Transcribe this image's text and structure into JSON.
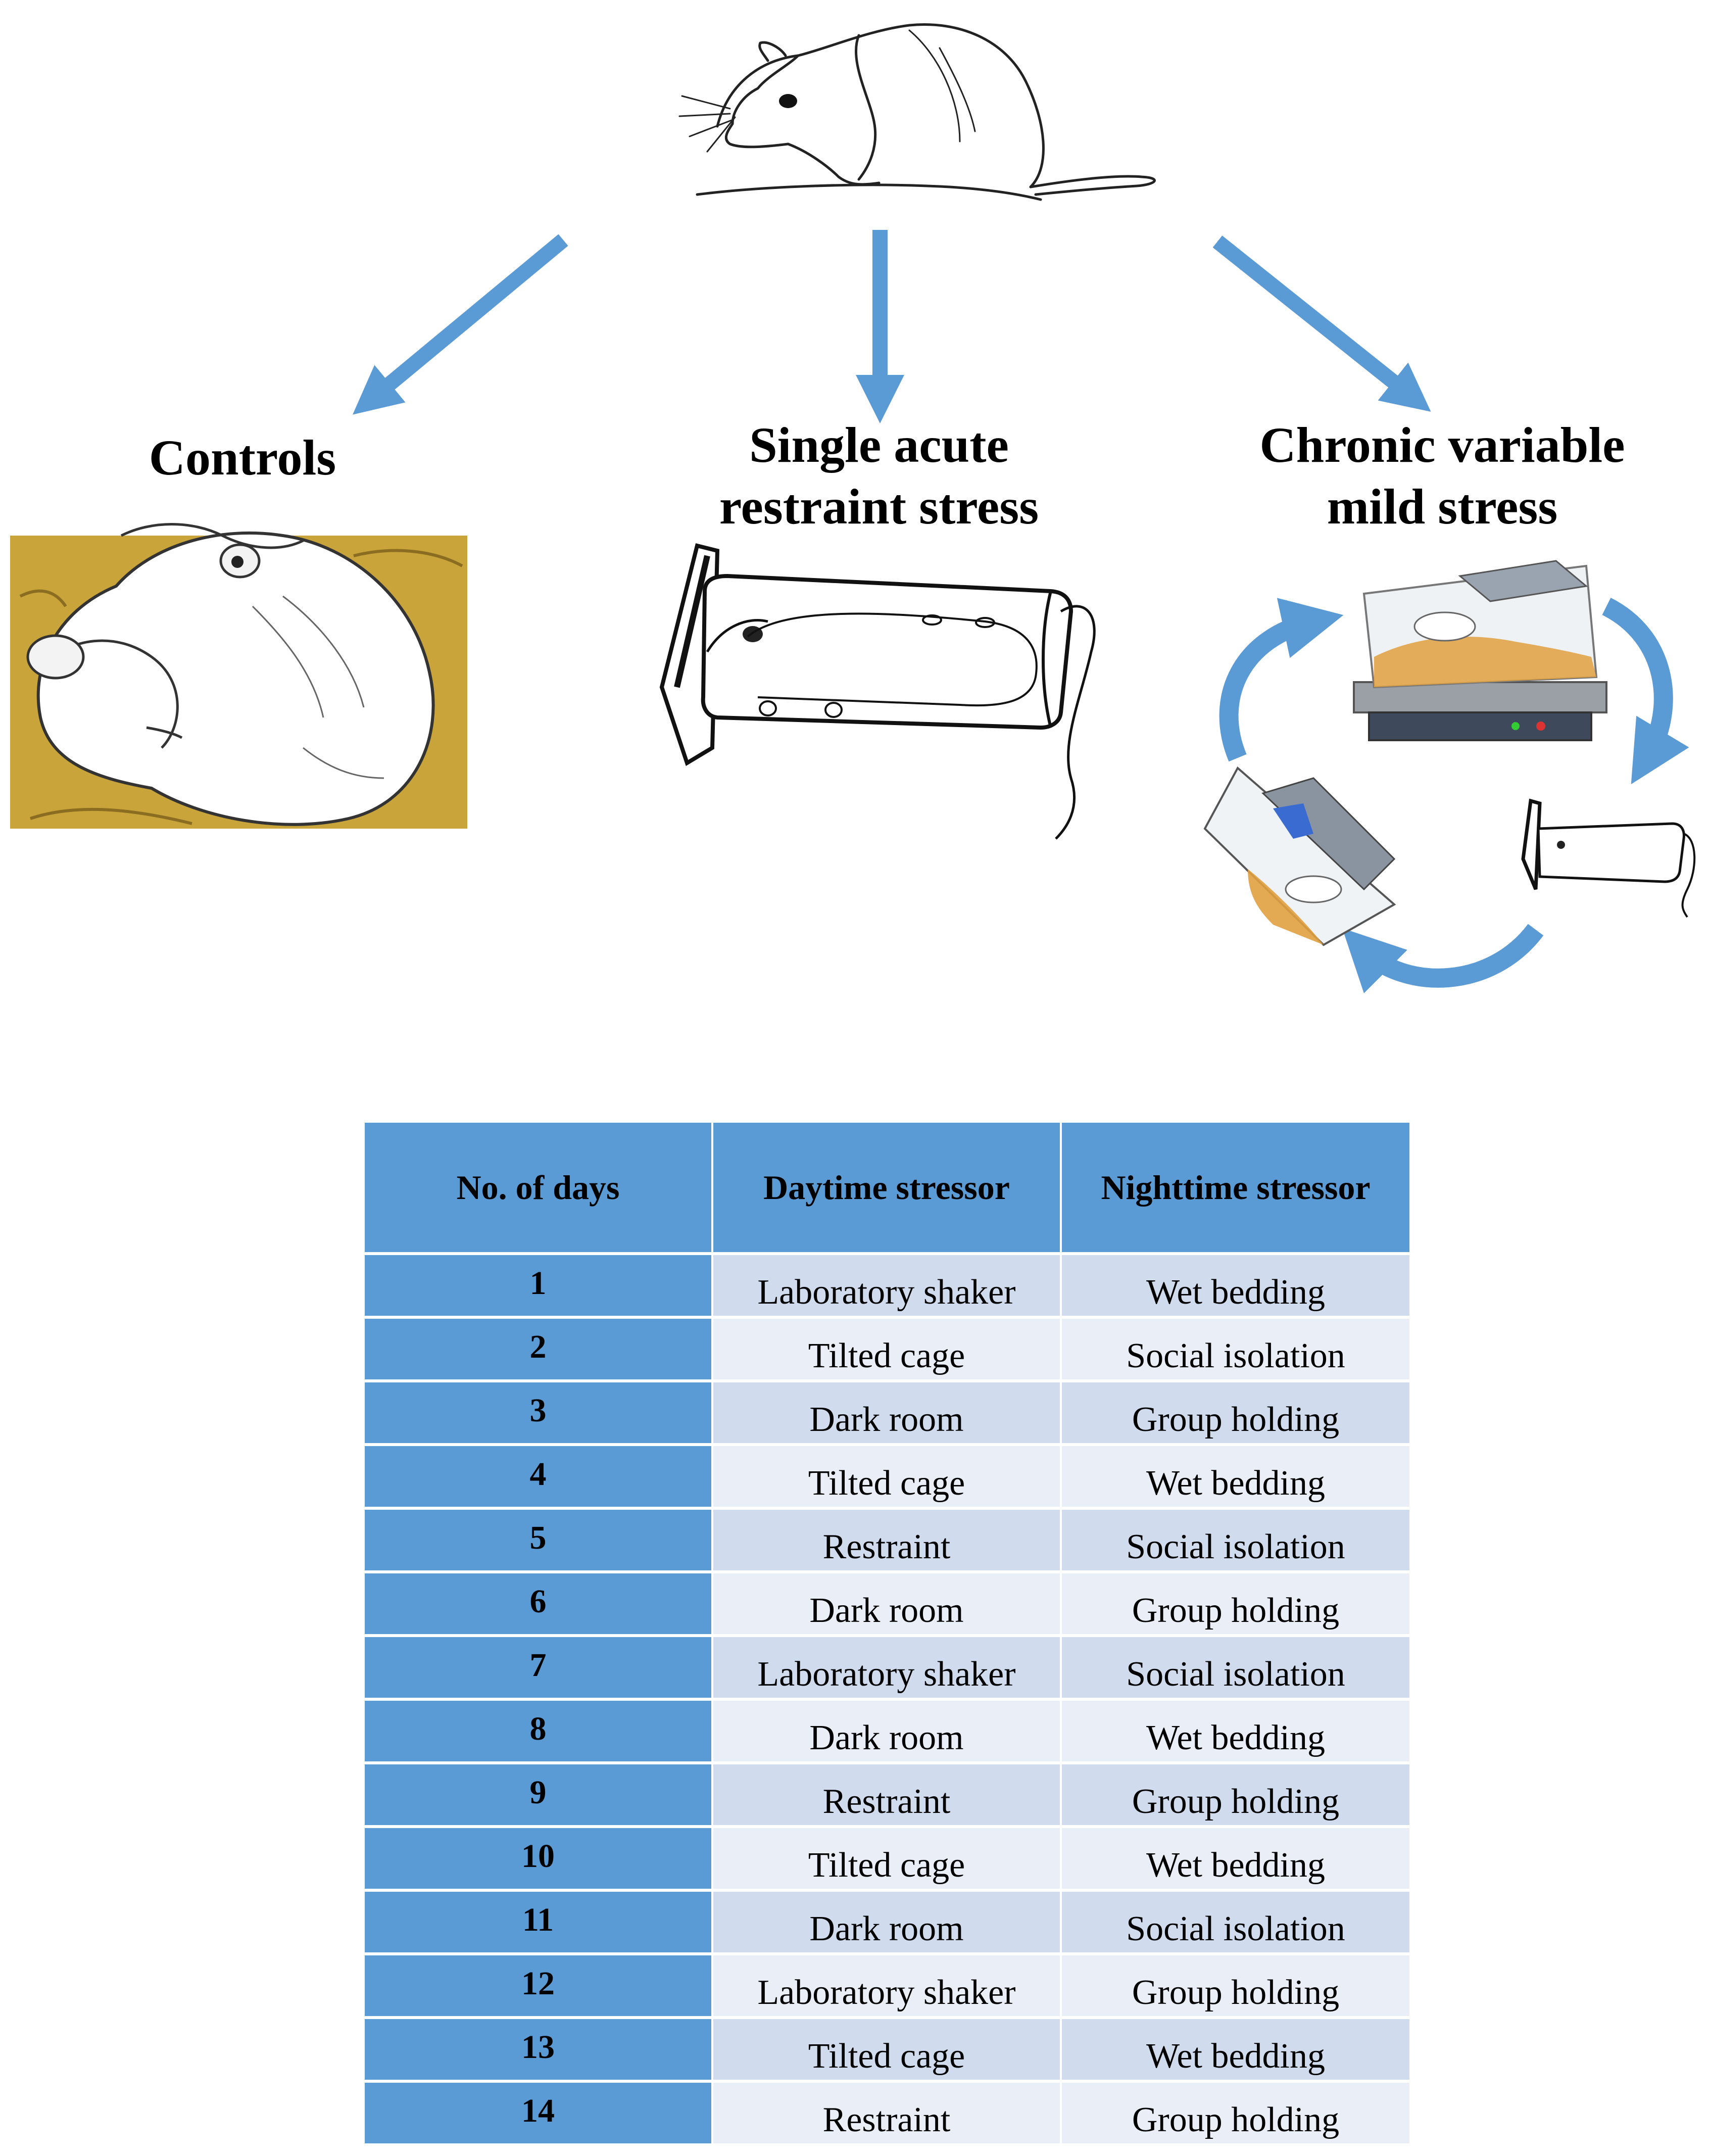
{
  "colors": {
    "arrow_blue": "#5b9bd5",
    "header_blue": "#5b9bd5",
    "row_dark": "#d0dcee",
    "row_light": "#e9eef7",
    "bedding_yellow": "#c9a43a"
  },
  "groups": {
    "controls": {
      "label": "Controls"
    },
    "acute": {
      "label_line1": "Single acute",
      "label_line2": "restraint stress"
    },
    "chronic": {
      "label_line1": "Chronic variable",
      "label_line2": "mild stress"
    }
  },
  "illustrations": {
    "source_rat": "rat-drawing",
    "controls": "sleeping-rats-on-bedding",
    "acute": "rat-in-restraint-tube",
    "chronic": [
      "cage-on-laboratory-shaker",
      "rat-in-restraint-tube",
      "tilted-cage-with-rats"
    ]
  },
  "table": {
    "headers": [
      "No. of days",
      "Daytime stressor",
      "Nighttime stressor"
    ],
    "rows": [
      {
        "day": "1",
        "daytime": "Laboratory shaker",
        "nighttime": "Wet bedding"
      },
      {
        "day": "2",
        "daytime": "Tilted cage",
        "nighttime": "Social isolation"
      },
      {
        "day": "3",
        "daytime": "Dark room",
        "nighttime": "Group holding"
      },
      {
        "day": "4",
        "daytime": "Tilted cage",
        "nighttime": "Wet bedding"
      },
      {
        "day": "5",
        "daytime": "Restraint",
        "nighttime": "Social isolation"
      },
      {
        "day": "6",
        "daytime": "Dark room",
        "nighttime": "Group holding"
      },
      {
        "day": "7",
        "daytime": "Laboratory shaker",
        "nighttime": "Social isolation"
      },
      {
        "day": "8",
        "daytime": "Dark room",
        "nighttime": "Wet bedding"
      },
      {
        "day": "9",
        "daytime": "Restraint",
        "nighttime": "Group holding"
      },
      {
        "day": "10",
        "daytime": "Tilted cage",
        "nighttime": "Wet bedding"
      },
      {
        "day": "11",
        "daytime": "Dark room",
        "nighttime": "Social isolation"
      },
      {
        "day": "12",
        "daytime": "Laboratory shaker",
        "nighttime": "Group holding"
      },
      {
        "day": "13",
        "daytime": "Tilted cage",
        "nighttime": "Wet bedding"
      },
      {
        "day": "14",
        "daytime": "Restraint",
        "nighttime": "Group holding"
      }
    ]
  }
}
